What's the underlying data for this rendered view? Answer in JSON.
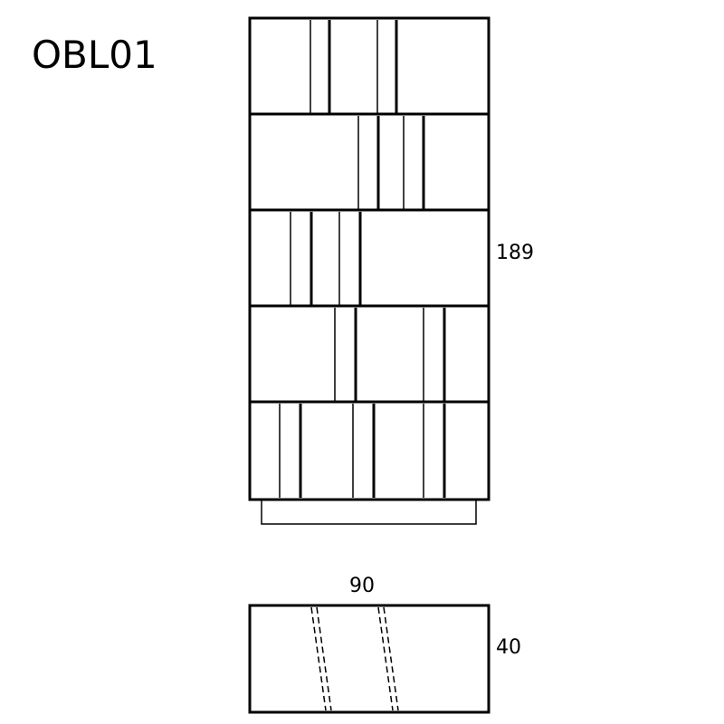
{
  "model_code": "OBL01",
  "dimensions": {
    "height": "189",
    "width": "90",
    "depth": "40"
  },
  "colors": {
    "line": "#000000",
    "background": "#ffffff"
  }
}
